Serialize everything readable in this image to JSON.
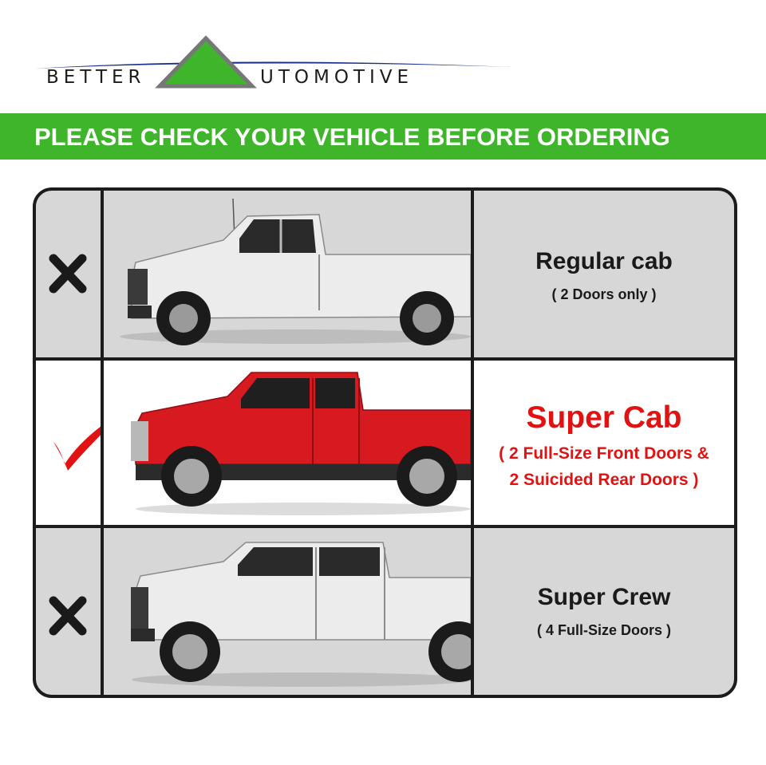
{
  "logo": {
    "left_text": "BETTER",
    "right_text": "UTOMOTIVE",
    "triangle_icon": "mountain-a-icon"
  },
  "banner": {
    "text": "PLEASE CHECK YOUR VEHICLE BEFORE ORDERING"
  },
  "colors": {
    "brand_green": "#3fb52c",
    "accent_red": "#e01212",
    "row_bg": "#d7d7d7",
    "border": "#1c1c1c"
  },
  "rows": [
    {
      "status_icon": "x-icon",
      "vehicle": "white-pickup-regular-cab",
      "title": "Regular cab",
      "subtitle": "( 2 Doors only )"
    },
    {
      "status_icon": "checkmark-icon",
      "vehicle": "red-pickup-super-cab",
      "title": "Super Cab",
      "subtitle_line1": "( 2 Full-Size Front Doors &",
      "subtitle_line2": "2 Suicided Rear Doors )"
    },
    {
      "status_icon": "x-icon",
      "vehicle": "white-pickup-super-crew",
      "title": "Super Crew",
      "subtitle": "( 4 Full-Size Doors )"
    }
  ]
}
